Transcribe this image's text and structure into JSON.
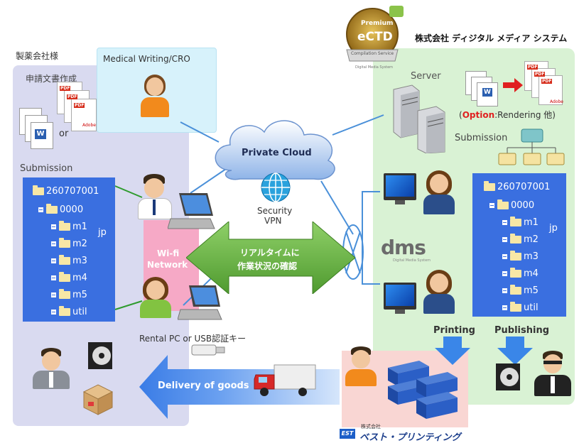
{
  "labels": {
    "pharma_company": "製薬会社様",
    "doc_creation": "申請文書作成",
    "or": "or",
    "submission_left": "Submission",
    "medical_writing": "Medical Writing/CRO",
    "private_cloud": "Private Cloud",
    "security": "Security",
    "vpn": "VPN",
    "wifi": "Wi-fi",
    "network": "Network",
    "realtime1": "リアルタイムに",
    "realtime2": "作業状況の確認",
    "rental": "Rental PC or USB認証キー",
    "delivery": "Delivery of goods",
    "company_dms": "株式会社 ディジタル メディア システム",
    "server": "Server",
    "option_open": "(",
    "option": "Option",
    "option_rest": ":Rendering 他)",
    "submission_right": "Submission",
    "printing": "Printing",
    "publishing": "Publishing",
    "badge_premium": "Premium",
    "badge_ectd": "eCTD",
    "badge_sub": "Compilation Service",
    "badge_footer": "Digital Media System",
    "dms_logo": "dms",
    "dms_sub": "Digital Media System",
    "bp_kabushiki": "株式会社",
    "bp_name": "ベスト・プリンティング",
    "bp_est": "EST",
    "word_w": "W",
    "pdf_tag": "PDF",
    "adobe": "Adobe"
  },
  "tree_left": {
    "root": "260707001",
    "sub": "0000",
    "items": [
      "m1",
      "m2",
      "m3",
      "m4",
      "m5",
      "util"
    ],
    "jp": "jp"
  },
  "tree_right": {
    "root": "260707001",
    "sub": "0000",
    "items": [
      "m1",
      "m2",
      "m3",
      "m4",
      "m5",
      "util"
    ],
    "jp": "jp"
  },
  "colors": {
    "left_panel": "#d9daf0",
    "right_panel": "#d9f2d4",
    "cro_panel": "#d7f2fb",
    "wifi_panel": "#f6a9c6",
    "tree_bg": "#3a6fe0",
    "arrow_green": "#6fb64c",
    "arrow_blue": "#4d8ff0",
    "option_red": "#e02020",
    "printing_panel": "#f9d6d3"
  }
}
